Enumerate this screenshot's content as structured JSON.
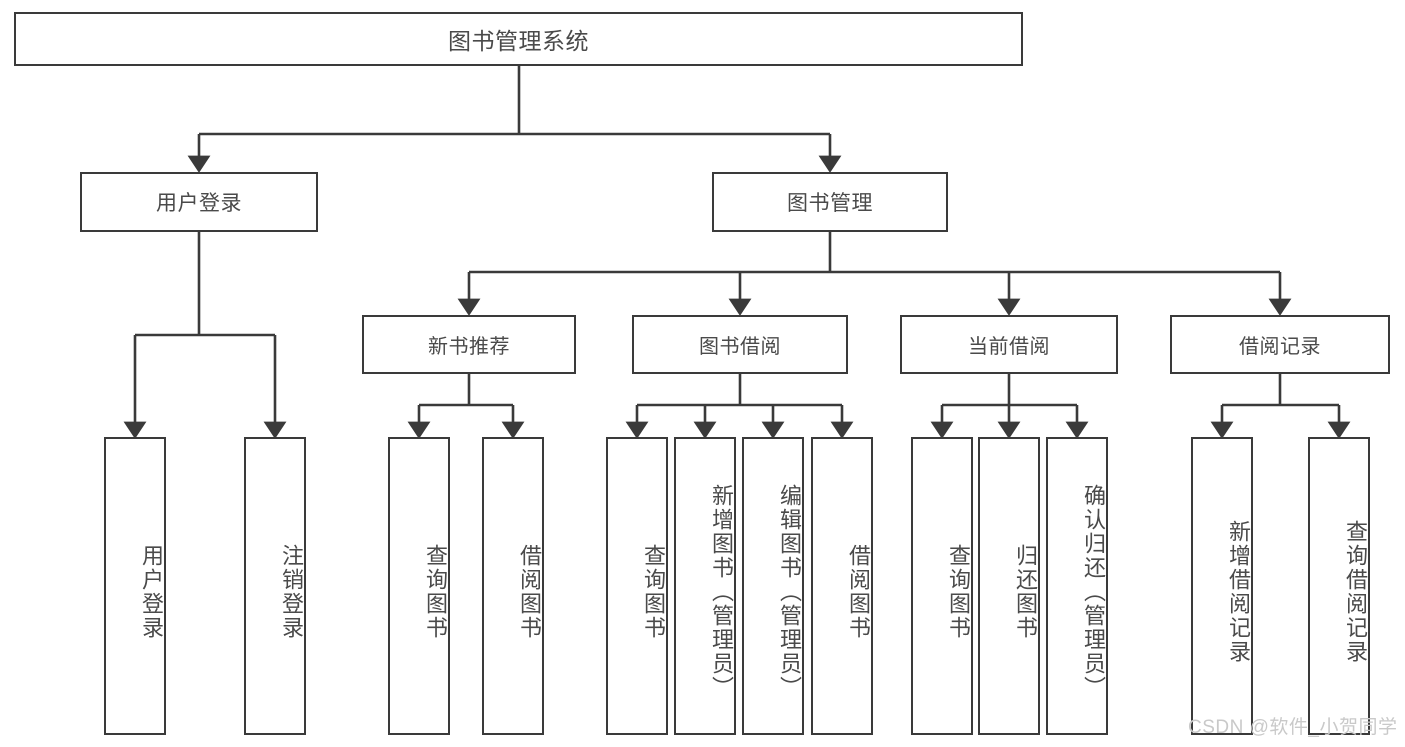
{
  "diagram": {
    "title": "图书管理系统",
    "type": "hierarchy-tree",
    "root": {
      "label": "图书管理系统"
    },
    "level2": [
      {
        "label": "用户登录"
      },
      {
        "label": "图书管理"
      }
    ],
    "level3": [
      {
        "label": "新书推荐"
      },
      {
        "label": "图书借阅"
      },
      {
        "label": "当前借阅"
      },
      {
        "label": "借阅记录"
      }
    ],
    "leaves": [
      {
        "label": "用户登录"
      },
      {
        "label": "注销登录"
      },
      {
        "label": "查询图书"
      },
      {
        "label": "借阅图书"
      },
      {
        "label": "查询图书"
      },
      {
        "label": "新增图书（管理员）"
      },
      {
        "label": "编辑图书（管理员）"
      },
      {
        "label": "借阅图书"
      },
      {
        "label": "查询图书"
      },
      {
        "label": "归还图书"
      },
      {
        "label": "确认归还（管理员）"
      },
      {
        "label": "新增借阅记录"
      },
      {
        "label": "查询借阅记录"
      }
    ],
    "colors": {
      "border": "#3a3a3a",
      "text": "#4a4a4a",
      "background": "#ffffff",
      "watermark": "#c9c9c9"
    }
  },
  "watermark": {
    "text": "CSDN @软件_小贺同学"
  }
}
